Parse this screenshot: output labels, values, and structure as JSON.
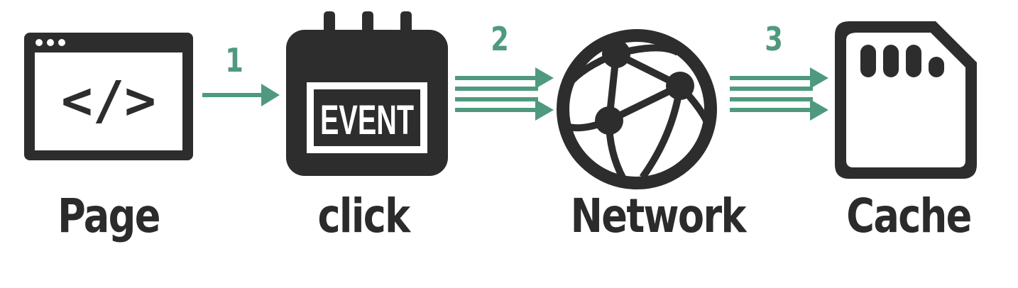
{
  "colors": {
    "icon": "#2d2d2d",
    "accent": "#4f9a7e",
    "background": "#ffffff"
  },
  "nodes": [
    {
      "id": "page",
      "label": "Page",
      "icon": "code-window-icon"
    },
    {
      "id": "click",
      "label": "click",
      "icon": "event-calendar-icon",
      "icon_text": "EVENT"
    },
    {
      "id": "network",
      "label": "Network",
      "icon": "network-globe-icon"
    },
    {
      "id": "cache",
      "label": "Cache",
      "icon": "sd-card-icon"
    }
  ],
  "page_icon_code": "</>",
  "steps": [
    {
      "number": "1",
      "arrow": "single"
    },
    {
      "number": "2",
      "arrow": "triple"
    },
    {
      "number": "3",
      "arrow": "triple"
    }
  ]
}
